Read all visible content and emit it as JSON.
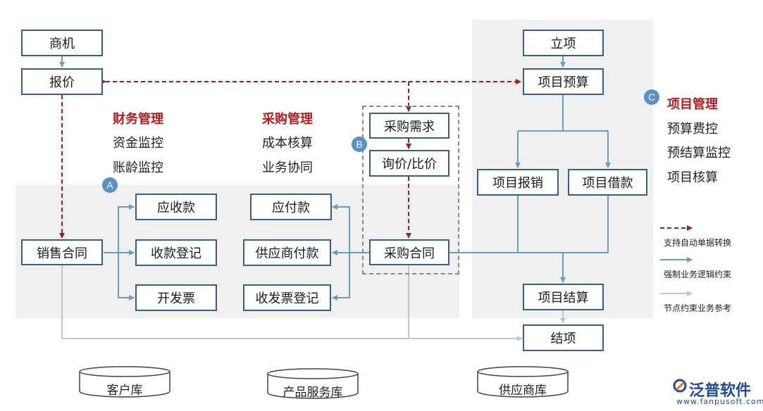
{
  "boxes": {
    "shangji": "商机",
    "baojia": "报价",
    "xiaoshou_hetong": "销售合同",
    "yingshoukuan": "应收款",
    "shoukuan_dengji": "收款登记",
    "kaifapiao": "开发票",
    "yingfukuan": "应付款",
    "gongyingshang_fukuan": "供应商付款",
    "shoufapiao_dengji": "收发票登记",
    "caigou_xuqiu": "采购需求",
    "xunjia_bijia": "询价/比价",
    "caigou_hetong": "采购合同",
    "lixiang": "立项",
    "xiangmu_yusuan": "项目预算",
    "xiangmu_baoxiao": "项目报销",
    "xiangmu_jiekuan": "项目借款",
    "xiangmu_jiesuan": "项目结算",
    "jiexiang": "结项"
  },
  "finance": {
    "title": "财务管理",
    "items": [
      "资金监控",
      "账龄监控"
    ]
  },
  "purchase": {
    "title": "采购管理",
    "items": [
      "成本核算",
      "业务协同"
    ]
  },
  "project": {
    "title": "项目管理",
    "items": [
      "预算费控",
      "预结算监控",
      "项目核算"
    ]
  },
  "markers": {
    "a": "A",
    "b": "B",
    "c": "C"
  },
  "legend": {
    "auto_convert": "支持自动单据转换",
    "forced_logic": "强制业务逻辑约束",
    "node_reference": "节点约束业务参考"
  },
  "databases": [
    "客户库",
    "产品服务库",
    "供应商库"
  ],
  "logo": {
    "name": "泛普软件",
    "url": "www.fanpusoft.com"
  },
  "colors": {
    "dashed_red": "#a31f1f",
    "blue_line": "#6a9cc9",
    "gray_line": "#c4c4c4",
    "box_border": "#3a5f85",
    "accent_red": "#b01e1e"
  }
}
